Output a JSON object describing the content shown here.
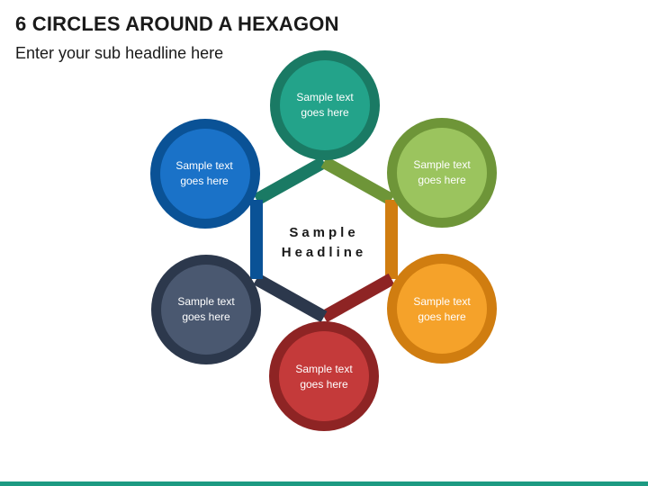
{
  "title": "6 CIRCLES AROUND A HEXAGON",
  "subtitle": "Enter your sub headline here",
  "center": {
    "line1": "Sample",
    "line2": "Headline"
  },
  "nodes": [
    {
      "id": "top",
      "line1": "Sample text",
      "line2": "goes here",
      "ring": "#1a7a64",
      "fill": "#23a38a"
    },
    {
      "id": "upper-right",
      "line1": "Sample text",
      "line2": "goes here",
      "ring": "#6e9538",
      "fill": "#9bc45e"
    },
    {
      "id": "lower-right",
      "line1": "Sample text",
      "line2": "goes here",
      "ring": "#d07d10",
      "fill": "#f5a22a"
    },
    {
      "id": "bottom",
      "line1": "Sample text",
      "line2": "goes here",
      "ring": "#8e2424",
      "fill": "#c43a3a"
    },
    {
      "id": "lower-left",
      "line1": "Sample text",
      "line2": "goes here",
      "ring": "#2c384c",
      "fill": "#4a5870"
    },
    {
      "id": "upper-left",
      "line1": "Sample text",
      "line2": "goes here",
      "ring": "#0a5296",
      "fill": "#1a72c8"
    }
  ],
  "colors": {
    "footer": "#1d9a82",
    "title": "#1a1a1a"
  }
}
